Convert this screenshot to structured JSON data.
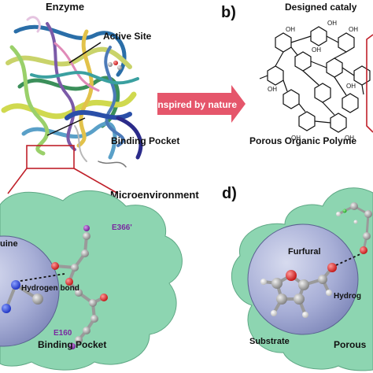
{
  "panel_top_left": {
    "title": "Enzyme",
    "active_site_label": "Active Site",
    "binding_pocket_label": "Binding Pocket"
  },
  "arrow": {
    "text": "Inspired by nature",
    "color": "#e5566b"
  },
  "panel_b": {
    "letter": "b)",
    "title": "Designed cataly",
    "caption": "Porous Organic Polyme",
    "hydroxyl_label": "OH"
  },
  "panel_bottom_left": {
    "title": "Microenvironment",
    "residue_1": "E366'",
    "residue_2": "E160",
    "interaction_label": "Hydrogen bond",
    "sphere_label": "uine",
    "pocket_label": "Binding Pocket"
  },
  "panel_d": {
    "letter": "d)",
    "sphere_label": "Furfural",
    "interaction_label": "Hydrog",
    "substrate_label": "Substrate",
    "porous_label": "Porous"
  },
  "colors": {
    "cloud_fill": "#8dd5b1",
    "sphere_fill": "#a7aed6",
    "callout_box": "#c0202a",
    "oxygen": "#e02020",
    "carbon": "#9a9a9a",
    "nitrogen": "#2040e0",
    "hydrogen": "#f2f2f2",
    "residue_label": "#7a2aa0"
  }
}
